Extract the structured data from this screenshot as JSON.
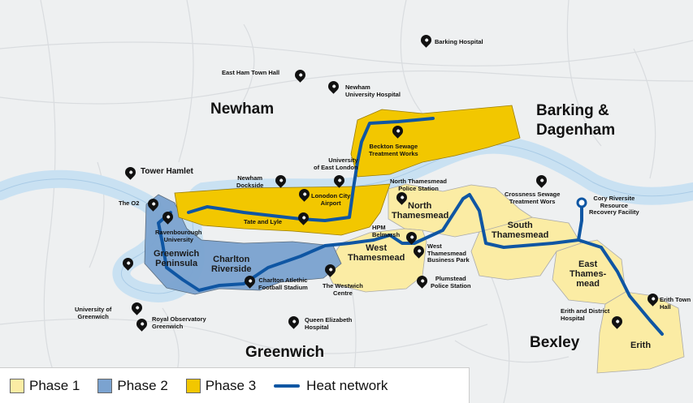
{
  "colors": {
    "phase1": "#fbeca4",
    "phase2": "#7ba3d0",
    "phase3": "#f2c700",
    "heat_network": "#0f56a3",
    "river": "#c9e1f2"
  },
  "boroughs": {
    "newham": "Newham",
    "barking": "Barking &",
    "dagenham": "Dagenham",
    "greenwich": "Greenwich",
    "bexley": "Bexley"
  },
  "zones": {
    "greenwich_peninsula": [
      "Greenwich",
      "Peninsula"
    ],
    "charlton_riverside": [
      "Charlton",
      "Riverside"
    ],
    "north_thamesmead": [
      "North",
      "Thamesmead"
    ],
    "west_thamesmead": [
      "West",
      "Thamesmead"
    ],
    "south_thamesmead": [
      "South",
      "Thamesmead"
    ],
    "east_thamesmead": [
      "East",
      "Thames-",
      "mead"
    ],
    "erith": "Erith"
  },
  "places": {
    "barking_hospital": "Barking Hospital",
    "east_ham_town_hall": "East Ham Town Hall",
    "newham_university_hospital": [
      "Newham",
      "University Hospital"
    ],
    "beckton_sewage": [
      "Beckton Sewage",
      "Treatment Works"
    ],
    "uel": [
      "University",
      "of East London"
    ],
    "tower_hamlet": "Tower Hamlet",
    "newham_dockside": [
      "Newham",
      "Dockside"
    ],
    "london_city_airport": [
      "Lonodon City",
      "Airport"
    ],
    "north_thamesmead_police": [
      "North Thamesmead",
      "Police Station"
    ],
    "crossness": [
      "Crossness Sewage",
      "Treatment Wors"
    ],
    "cory_riverside": [
      "Cory Riversite",
      "Resource",
      "Recovery Facility"
    ],
    "the_o2": "The O2",
    "tate_and_lyle": "Tate and Lyle",
    "ravensbourne": [
      "Ravenbourough",
      "University"
    ],
    "hpm_belmarsh": [
      "HPM",
      "Belmarsh"
    ],
    "west_thamesmead_bp": [
      "West",
      "Thamesmead",
      "Business Park"
    ],
    "charlton_athletic": [
      "Charlton Atlethic",
      "Football Stadium"
    ],
    "westwich_centre": [
      "The Westwich",
      "Centre"
    ],
    "plumstead_police": [
      "Plumstead",
      "Police Station"
    ],
    "university_of_greenwich": [
      "University of",
      "Greenwich"
    ],
    "royal_observatory": [
      "Royal Observatory",
      "Greenwich"
    ],
    "queen_elizabeth": [
      "Queen Elizabeth",
      "Hospital"
    ],
    "erith_district_hospital": [
      "Erith and District",
      "Hospital"
    ],
    "erith_town_hall": [
      "Erith Town",
      "Hall"
    ]
  },
  "legend": {
    "phase1": "Phase 1",
    "phase2": "Phase 2",
    "phase3": "Phase 3",
    "heat_network": "Heat network"
  }
}
